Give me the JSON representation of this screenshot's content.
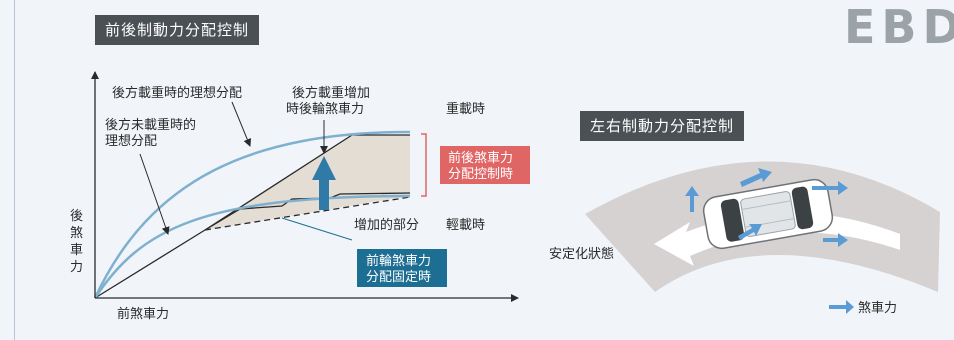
{
  "front_rear": {
    "title": "前後制動力分配控制",
    "y_axis": [
      "後",
      "煞",
      "車",
      "力"
    ],
    "x_axis": "前煞車力",
    "label_ideal_loaded": "後方載重時的理想分配",
    "label_ideal_unloaded": [
      "後方未載重時的",
      "理想分配"
    ],
    "label_increase": [
      "後方載重增加",
      "時後輪煞車力"
    ],
    "label_loaded": "重載時",
    "label_light": "輕載時",
    "label_increased_part": "增加的部分",
    "label_controlled": [
      "前後煞車力",
      "分配控制時"
    ],
    "label_fixed": [
      "前輪煞車力",
      "分配固定時"
    ]
  },
  "left_right": {
    "title": "左右制動力分配控制",
    "label_stabilize": "安定化狀態",
    "legend_brake": "煞車力"
  },
  "colors": {
    "curve_blue": "#7fb0cf",
    "dark_blue": "#1d6e93",
    "arrow_blue": "#2f7aa6",
    "red": "#e06666",
    "beige": "#e4ddd4",
    "road": "#d6d2d2",
    "title_bg": "#4b5054",
    "legend_arrow": "#5b9bd5"
  },
  "logo_text": "EBD"
}
